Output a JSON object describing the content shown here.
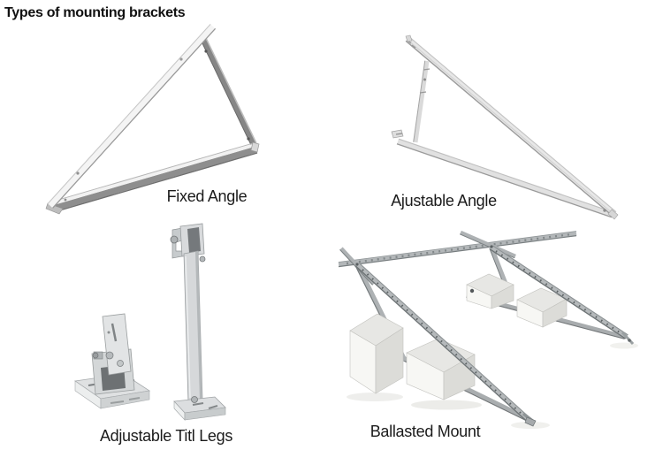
{
  "page": {
    "title": "Types of mounting brackets",
    "background": "#ffffff"
  },
  "figures": [
    {
      "id": "fixed-angle",
      "label": "Fixed Angle"
    },
    {
      "id": "adjustable-angle",
      "label": "Ajustable Angle"
    },
    {
      "id": "adjustable-tilt-legs",
      "label": "Adjustable Titl Legs"
    },
    {
      "id": "ballasted-mount",
      "label": "Ballasted Mount"
    }
  ],
  "colors": {
    "rail_white": "#f4f4f4",
    "rail_dark_gray": "#8a8a8a",
    "rail_aluminum": "#e6e6e6",
    "rail_galvanized": "#b3b7b9",
    "ballast_block": "#f7f7f4",
    "label_text": "#1b1b1b"
  }
}
